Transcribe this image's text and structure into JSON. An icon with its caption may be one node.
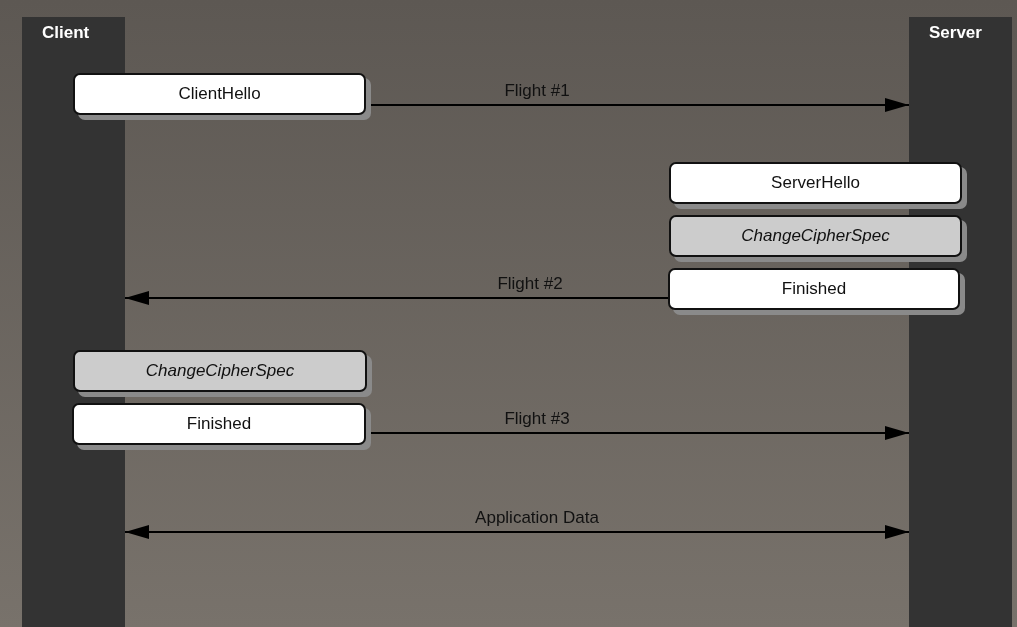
{
  "diagram": {
    "nodes": [
      {
        "text": [
          "Client"
        ]
      },
      {
        "text": [
          "Server"
        ]
      },
      {
        "text": [
          "ClientHello"
        ]
      },
      {
        "text": [
          "ServerHello"
        ]
      },
      {
        "text": [
          "ChangeCipherSpec"
        ]
      },
      {
        "text": [
          "Finished"
        ]
      },
      {
        "text": [
          "ChangeCipherSpec"
        ]
      },
      {
        "text": [
          "Finished"
        ]
      }
    ],
    "edges": [
      {
        "from": 2,
        "to": 1,
        "arrow": "to",
        "label": "Flight #1"
      },
      {
        "from": 5,
        "to": 0,
        "arrow": "to",
        "label": "Flight #2"
      },
      {
        "from": 7,
        "to": 1,
        "arrow": "to",
        "label": "Flight #3"
      },
      {
        "from": 0,
        "to": 1,
        "arrow": "both",
        "label": "Application Data"
      }
    ]
  }
}
